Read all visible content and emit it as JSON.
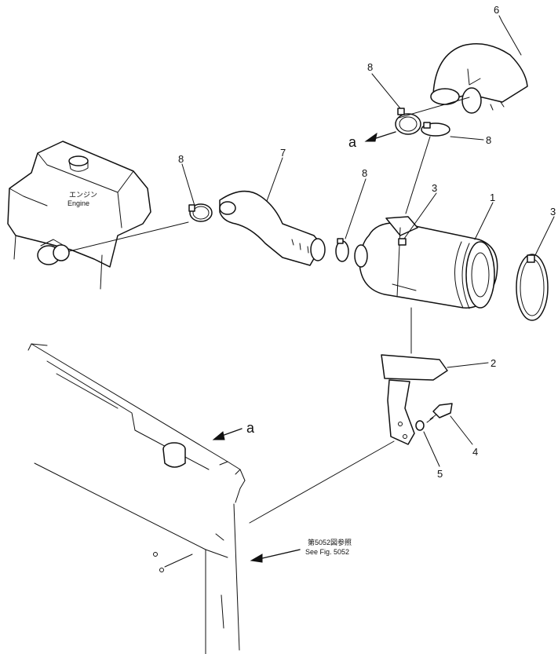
{
  "labels": {
    "engine_jp": "エンジン",
    "engine_en": "Engine",
    "ref_jp": "第5052図参照",
    "ref_en": "See  Fig. 5052",
    "arrow_a_top": "a",
    "arrow_a_left": "a"
  },
  "callouts": {
    "c1": "1",
    "c2": "2",
    "c3a": "3",
    "c3b": "3",
    "c4": "4",
    "c5": "5",
    "c6": "6",
    "c7": "7",
    "c8a": "8",
    "c8b": "8",
    "c8c": "8",
    "c8d": "8"
  }
}
